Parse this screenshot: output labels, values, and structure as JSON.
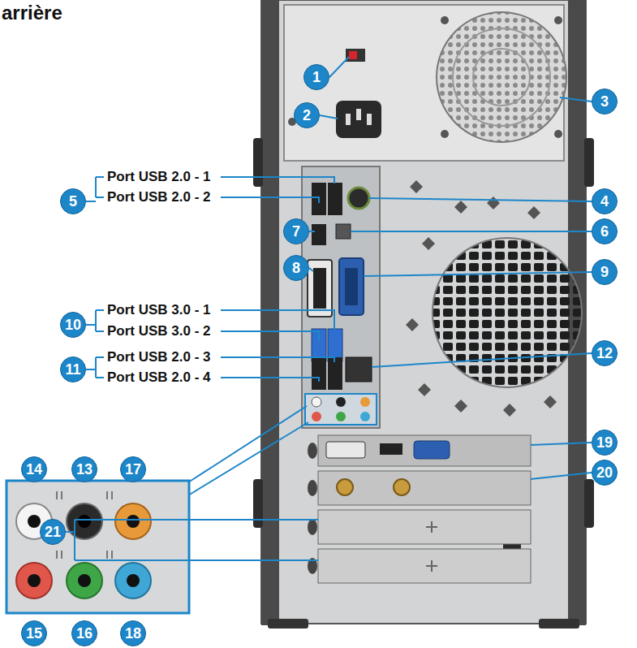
{
  "diagram": {
    "title": "arrière",
    "nodes": [
      {
        "text": [
          "1"
        ]
      },
      {
        "text": [
          "2"
        ]
      },
      {
        "text": [
          "3"
        ]
      },
      {
        "text": [
          "4"
        ]
      },
      {
        "text": [
          "5"
        ]
      },
      {
        "text": [
          "6"
        ]
      },
      {
        "text": [
          "7"
        ]
      },
      {
        "text": [
          "8"
        ]
      },
      {
        "text": [
          "9"
        ]
      },
      {
        "text": [
          "10"
        ]
      },
      {
        "text": [
          "11"
        ]
      },
      {
        "text": [
          "12"
        ]
      },
      {
        "text": [
          "13"
        ]
      },
      {
        "text": [
          "14"
        ]
      },
      {
        "text": [
          "15"
        ]
      },
      {
        "text": [
          "16"
        ]
      },
      {
        "text": [
          "17"
        ]
      },
      {
        "text": [
          "18"
        ]
      },
      {
        "text": [
          "19"
        ]
      },
      {
        "text": [
          "20"
        ]
      },
      {
        "text": [
          "21"
        ]
      }
    ],
    "labels": [
      "Port USB 2.0 - 1",
      "Port USB 2.0 - 2",
      "Port USB 3.0 - 1",
      "Port USB 3.0 - 2",
      "Port USB 2.0 - 3",
      "Port USB 2.0 - 4"
    ]
  }
}
